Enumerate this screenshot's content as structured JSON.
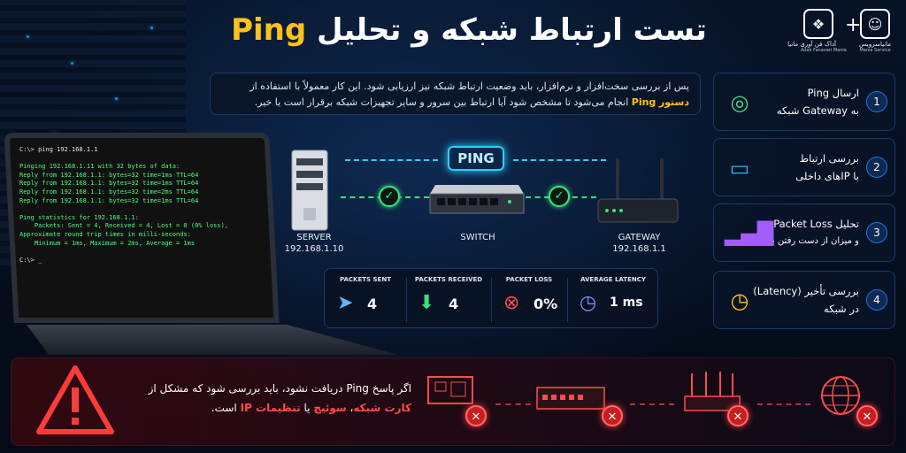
{
  "header": {
    "title_prefix": "تست ارتباط شبکه و تحلیل",
    "title_highlight": "Ping",
    "logo_right_name": "مانیاسرویس",
    "logo_right_en": "Mania Service",
    "logo_left_name": "آداک فن آوری مانیا",
    "logo_left_en": "Adak Fanavari Mania",
    "plus": "+"
  },
  "intro": {
    "line1": "پس از بررسی سخت‌افزار و نرم‌افزار، باید وضعیت ارتباط شبکه نیز ارزیابی شود.  این کار معمولاً با استفاده از",
    "line2_prefix": "دستور",
    "line2_highlight": "Ping",
    "line2_rest": "انجام می‌شود تا مشخص شود آیا ارتباط بین سرور و سایر تجهیزات شبکه برقرار است یا خیر."
  },
  "terminal": {
    "lines": [
      {
        "t": "C:\\> ping 192.168.1.1",
        "c": "w"
      },
      {
        "t": "",
        "c": "g"
      },
      {
        "t": "Pinging 192.168.1.11 with 32 bytes of data:",
        "c": "g"
      },
      {
        "t": "Reply from 192.168.1.1: bytes=32 time=1ms TTL=64",
        "c": "g"
      },
      {
        "t": "Reply from 192.168.1.1: bytes=32 time=1ms TTL=64",
        "c": "g"
      },
      {
        "t": "Reply from 192.168.1.1: bytes=32 time=2ms TTL=64",
        "c": "g"
      },
      {
        "t": "Reply from 192.168.1.1: bytes=32 time=1ms TTL=64",
        "c": "g"
      },
      {
        "t": "",
        "c": "g"
      },
      {
        "t": "Ping statistics for 192.168.1.1:",
        "c": "g"
      },
      {
        "t": "    Packets: Sent = 4, Received = 4, Lost = 0 (0% loss),",
        "c": "g"
      },
      {
        "t": "Approximate round trip times in milli-seconds:",
        "c": "g"
      },
      {
        "t": "    Minimum = 1ms, Maximum = 2ms, Average = 1ms",
        "c": "g"
      },
      {
        "t": "",
        "c": "g"
      },
      {
        "t": "C:\\> _",
        "c": "w"
      }
    ]
  },
  "network": {
    "ping_label": "PING",
    "server_name": "SERVER",
    "server_ip": "192.168.1.10",
    "switch_name": "SWITCH",
    "gateway_name": "GATEWAY",
    "gateway_ip": "192.168.1.1"
  },
  "stats": {
    "sent_label": "PACKETS SENT",
    "sent_value": "4",
    "received_label": "PACKETS RECEIVED",
    "received_value": "4",
    "loss_label": "PACKET LOSS",
    "loss_value": "0%",
    "latency_label": "AVERAGE LATENCY",
    "latency_value": "1 ms"
  },
  "steps": [
    {
      "num": "1",
      "line1": "ارسال Ping",
      "line2": "به Gateway شبکه",
      "icon": "target-icon"
    },
    {
      "num": "2",
      "line1": "بررسی ارتباط",
      "line2": "با IPهای داخلی",
      "icon": "monitor-icon"
    },
    {
      "num": "3",
      "line1": "تحلیل Packet Loss",
      "line2": "و میزان از دست رفتن بسته‌ها",
      "icon": "bars-icon"
    },
    {
      "num": "4",
      "line1": "بررسی تأخیر (Latency)",
      "line2": "در شبکه",
      "icon": "clock-icon"
    }
  ],
  "warning": {
    "line1": "اگر پاسخ Ping دریافت نشود، باید بررسی شود که مشکل از",
    "nic": "کارت شبکه",
    "sep1": "،",
    "switch": "سوئیچ",
    "or": "یا",
    "ip": "تنظیمات IP",
    "end": "است."
  },
  "colors": {
    "accent": "#ffc21a",
    "cyan": "#2bd0ff",
    "green": "#3ee07a",
    "red": "#ff4b4b"
  }
}
